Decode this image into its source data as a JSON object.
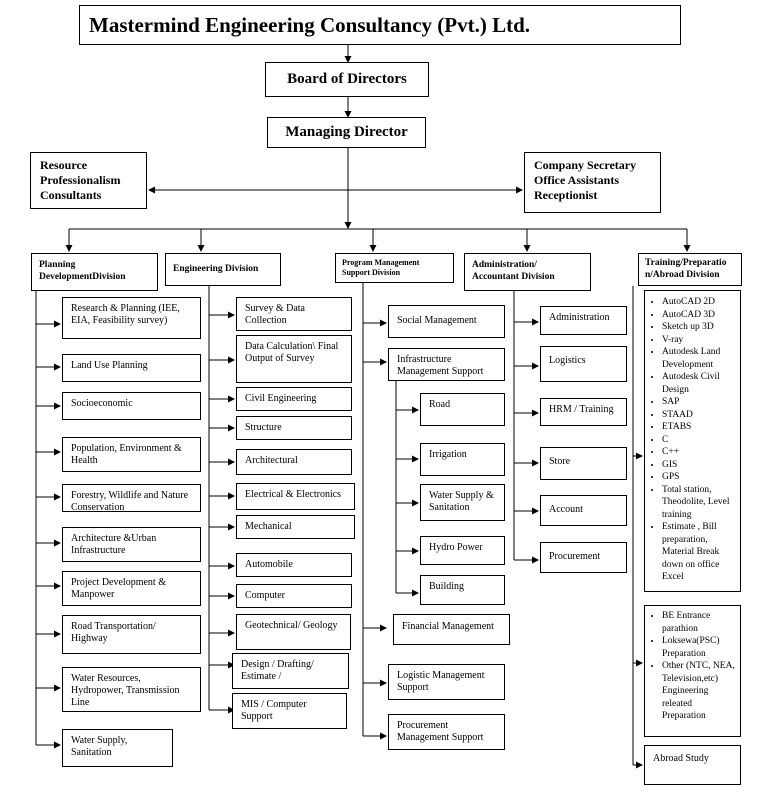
{
  "title": "Mastermind  Engineering  Consultancy  (Pvt.)  Ltd.",
  "board": "Board of Directors",
  "md": "Managing Director",
  "left_side": [
    "Resource",
    "Professionalism",
    "Consultants"
  ],
  "right_side": [
    "Company Secretary",
    "Office Assistants",
    "Receptionist"
  ],
  "divisions": {
    "planning": {
      "label": [
        "Planning",
        "DevelopmentDivision"
      ],
      "items": [
        "Research  & Planning (IEE, EIA,  Feasibility survey)",
        "Land Use Planning",
        "Socioeconomic",
        "Population,  Environment  & Health",
        "Forestry,  Wildlife and Nature Conservation",
        "Architecture  &Urban Infrastructure",
        "Project Development  & Manpower",
        "Road Transportation/ Highway",
        "Water Resources, Hydropower,  Transmission Line",
        "Water Supply, Sanitation"
      ]
    },
    "engineering": {
      "label": "Engineering  Division",
      "items": [
        "Survey & Data Collection",
        "Data Calculation\\ Final Output of Survey",
        "Civil Engineering",
        "Structure",
        "Architectural",
        "Electrical  & Electronics",
        "Mechanical",
        "Automobile",
        "Computer",
        "Geotechnical/ Geology",
        "Design / Drafting/ Estimate /",
        "MIS / Computer Support"
      ]
    },
    "program": {
      "label": [
        "Program Management",
        "Support Division"
      ],
      "items": [
        "Social Management",
        "Infrastructure Management  Support",
        "Financial Management",
        "Logistic Management Support",
        "Procurement Management  Support"
      ],
      "infra_items": [
        "Road",
        "Irrigation",
        "Water Supply & Sanitation",
        "Hydro Power",
        "Building"
      ]
    },
    "admin": {
      "label": [
        "Administration/",
        "Accountant Division"
      ],
      "items": [
        "Administration",
        "Logistics",
        "HRM / Training",
        "Store",
        "Account",
        "Procurement"
      ]
    },
    "training": {
      "label": [
        "Training/Preparatio",
        "n/Abroad Division"
      ],
      "software": [
        "AutoCAD  2D",
        "AutoCAD  3D",
        "Sketch up 3D",
        "V-ray",
        "Autodesk  Land Development",
        "Autodesk  Civil Design",
        "SAP",
        "STAAD",
        "ETABS",
        "C",
        "C++",
        "GIS",
        "GPS",
        "Total station, Theodolite, Level  training",
        "Estimate  , Bill preparation, Material  Break down on office Excel"
      ],
      "entrance": [
        "BE Entrance parathion",
        "Loksewa(PSC) Preparation",
        "Other (NTC, NEA, Television,etc) Engineering releated Preparation"
      ],
      "abroad": "Abroad  Study"
    }
  }
}
